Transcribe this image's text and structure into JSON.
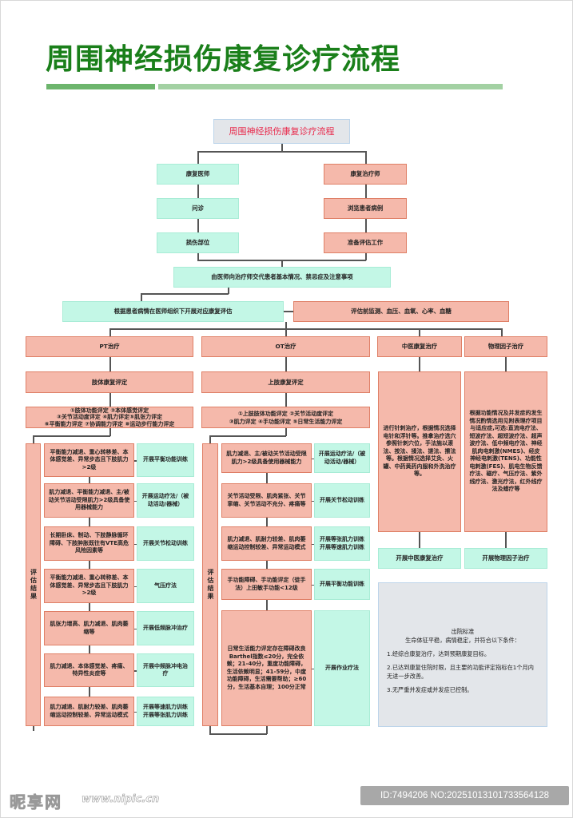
{
  "header": {
    "title": "周围神经损伤康复诊疗流程"
  },
  "flow": {
    "root": "周围神经损伤康复诊疗流程",
    "doctor": [
      "康复医师",
      "问诊",
      "损伤部位"
    ],
    "therapist": [
      "康复治疗师",
      "浏览患者病例",
      "准备评估工作"
    ],
    "handover": "由医师向治疗师交代患者基本情况、禁忌症及注意事项",
    "assessment": "根据患者病情在医师组织下开展对应康复评估",
    "pre_monitor": "评估前监测、血压、血氧、心率、血糖",
    "branches": {
      "pt": "PT治疗",
      "ot": "OT治疗",
      "tcm": "中医康复治疗",
      "physical": "物理因子治疗"
    },
    "pt": {
      "eval_title": "肢体康复评定",
      "eval_items": [
        "①肢体功能评定 ②本体感觉评定",
        "③关节活动度评定 ④肌力评定⑤肌张力评定",
        "⑥平衡能力评定 ⑦协调能力评定 ⑧运动步行能力评定"
      ],
      "result_label": "评估结果",
      "rows": [
        {
          "finding": "平衡能力减退、重心转移差、本体感觉差、异常步态且下肢肌力>2级",
          "treatment": "开展平衡功能训练"
        },
        {
          "finding": "肌力减退、平衡能力减退、主/被动关节活动受限肌力>2级具备使用器械能力",
          "treatment": "开展运动疗法/（被动活动/器械）"
        },
        {
          "finding": "长期卧床、制动、下肢静脉循环障碍、下肢肿胀既往有VTE高危风险因素等",
          "treatment": "开展关节松动训练"
        },
        {
          "finding": "平衡能力减退、重心转称差、本体感觉差、异常步态且下肢肌力>2级",
          "treatment": "气压疗法"
        },
        {
          "finding": "肌张力增高、肌力减退、肌肉萎缩等",
          "treatment": "开展低频脉冲治疗"
        },
        {
          "finding": "肌力减退、本体感觉差、疼痛、特异性炎症等",
          "treatment": "开展中频脉冲电治疗"
        },
        {
          "finding": "肌力减退、肌耐力较差、肌肉萎缩运动控制较差、异常运动模式",
          "treatment": "开展等速肌力训练开展等张肌力训练"
        }
      ]
    },
    "ot": {
      "eval_title": "上肢康复评定",
      "eval_items": [
        "①上肢肢体功能评定 ②关节活动度评定",
        "③肌力评定 ④手功能评定 ⑤日常生活能力评定"
      ],
      "result_label": "评估结果",
      "rows": [
        {
          "finding": "肌力减退、主/被动关节活动受限肌力>2级具备使用器械能力",
          "treatment": "开展运动疗法/（被动活动/器械）"
        },
        {
          "finding": "关节活动受限、肌肉紧张、关节挛缩、关节活动不充分、疼痛等",
          "treatment": "开展关节松动训练"
        },
        {
          "finding": "肌力减退、肌耐力较差、肌肉萎缩运动控制较差、异常运动模式",
          "treatment": "开展等张肌力训练开展等速肌力训练"
        },
        {
          "finding": "手功能障碍、手功能评定（徒手法）上田敏手功能<12级",
          "treatment": "开展平衡功能训练"
        },
        {
          "finding": "日常生活能力评定存在障碍改良Barthel指数≤20分，完全依赖；21-40分，重度功能障碍，生活依赖明显；41-59分，中度功能障碍，生活需要帮助；≥60分，生活基本自理；100分正常",
          "treatment": "开展作业疗法"
        }
      ]
    },
    "tcm": {
      "desc": "进行针刺治疗，根据情况选择电针和浮针等。推拿治疗选穴参照针刺穴位，手法施以滚法、按法、揉法、搓法、擦法等。根据情况选择艾灸、火罐、中药黄药内服和外洗治疗等。",
      "action": "开展中医康复治疗"
    },
    "physical": {
      "desc": "根据功能情况及并发症的发生情况酌情选用见附表理疗项目与适应症,可选:直流电疗法、短波疗法、超短波疗法、超声波疗法、低中频电疗法、神经肌肉电刺激(NMES)、经皮神经电刺激(TENS)、功能性电刺激(FES)、肌电生物反馈疗法、磁疗、气压疗法、紫外线疗法、激光疗法，红外线疗法及蜡疗等",
      "action": "开展物理因子治疗"
    },
    "discharge": {
      "title": "出院标准",
      "subtitle": "生命体征平稳，病情稳定，并符合以下条件：",
      "items": [
        "1.经综合康复治疗，达到预期康复目标。",
        "2.已达到康复住院时限，且主要的功能评定指标在1个月内无进一步改善。",
        "3.无严重并发症或并发症已控制。"
      ]
    }
  },
  "watermark": {
    "logo": "昵享网",
    "url": "www.nipic.cn",
    "id": "ID:7494206 NO:20251013101733564128"
  }
}
